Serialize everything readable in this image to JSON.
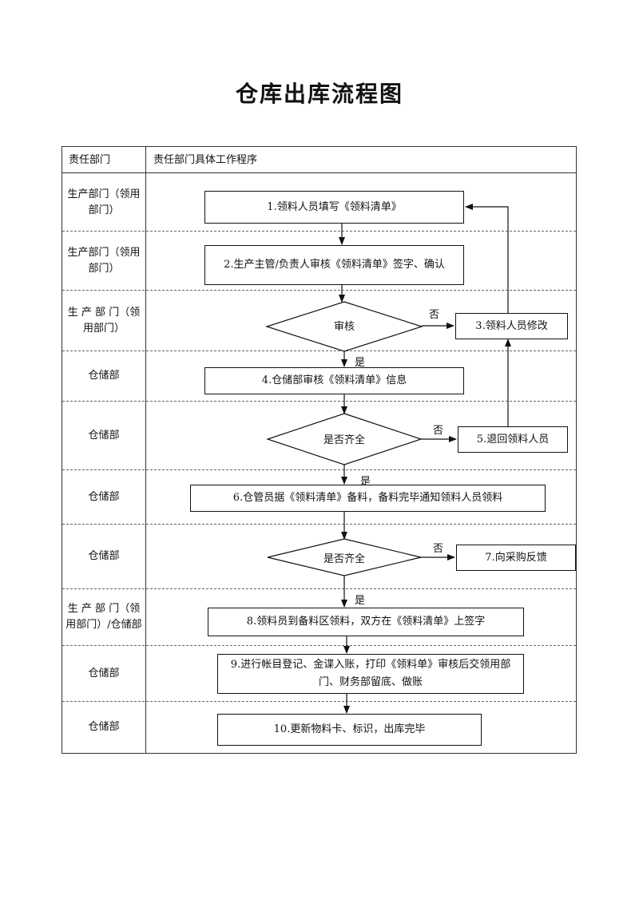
{
  "title": "仓库出库流程图",
  "header": {
    "col1": "责任部门",
    "col2": "责任部门具体工作程序"
  },
  "departments": [
    "生产部门（领用部门）",
    "生产部门（领用部门）",
    "生 产 部 门（领用部门）",
    "仓储部",
    "仓储部",
    "仓储部",
    "仓储部",
    "生 产 部 门（领用部门）/仓储部",
    "仓储部",
    "仓储部"
  ],
  "steps": {
    "s1": "1.领料人员填写《领料清单》",
    "s2": "2.生产主管/负责人审核《领料清单》签字、确认",
    "d1": "审核",
    "s3": "3.领料人员修改",
    "s4": "4.仓储部审核《领料清单》信息",
    "d2": "是否齐全",
    "s5": "5.退回领料人员",
    "s6": "6.仓管员据《领料清单》备料，备料完毕通知领料人员领料",
    "d3": "是否齐全",
    "s7": "7.向采购反馈",
    "s8": "8.领料员到备料区领料，双方在《领料清单》上签字",
    "s9": "9.进行帐目登记、金谍入账，打印《领料单》审核后交领用部门、财务部留底、做账",
    "s10": "10.更新物料卡、标识，出库完毕"
  },
  "branch_labels": {
    "yes": "是",
    "no": "否"
  }
}
